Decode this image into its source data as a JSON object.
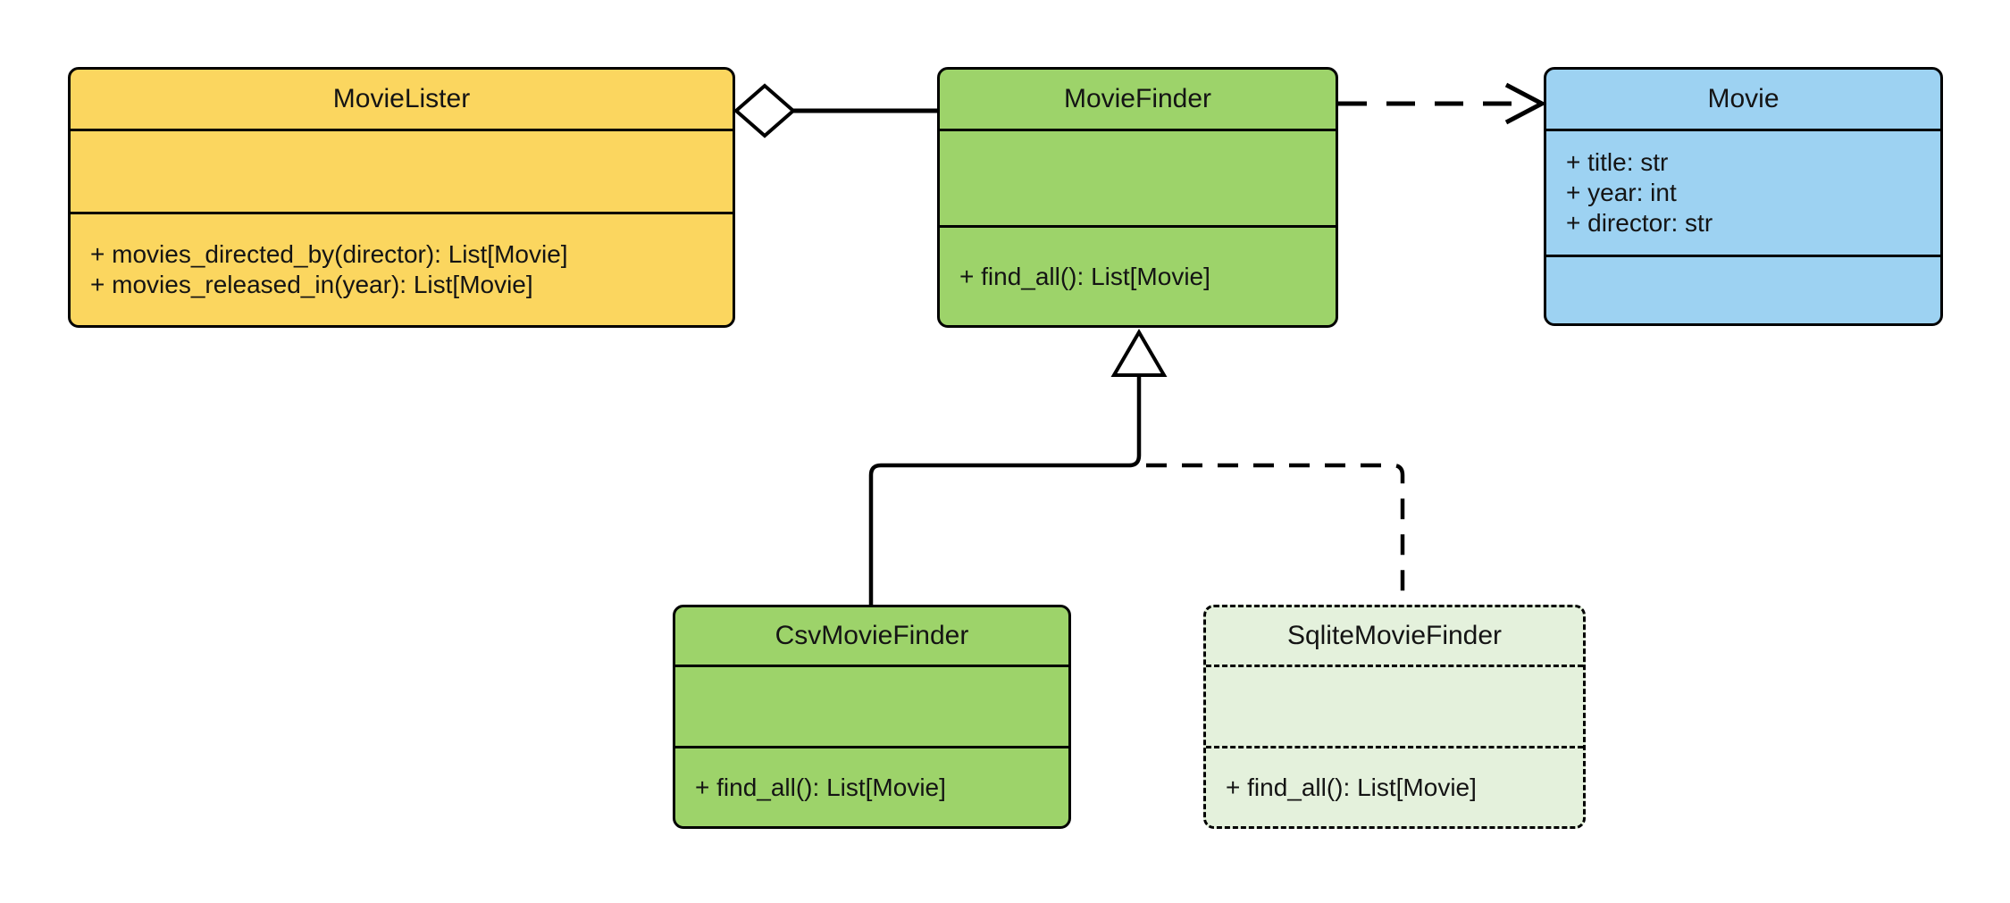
{
  "diagram": {
    "kind": "uml-class-diagram",
    "colors": {
      "yellow_fill": "#FBD65F",
      "green_fill": "#9DD36A",
      "light_green_fill": "#E4F1DC",
      "blue_fill": "#9DD2F2",
      "line_color": "#000000",
      "text_color": "#141414",
      "background": "#FFFFFF"
    },
    "classes": [
      {
        "id": "movie-lister",
        "name": "MovieLister",
        "attributes": [],
        "methods": [
          "+ movies_directed_by(director): List[Movie]",
          "+ movies_released_in(year): List[Movie]"
        ],
        "fill": "#FBD65F",
        "border_style": "solid"
      },
      {
        "id": "movie-finder",
        "name": "MovieFinder",
        "attributes": [],
        "methods": [
          "+ find_all(): List[Movie]"
        ],
        "fill": "#9DD36A",
        "border_style": "solid"
      },
      {
        "id": "movie",
        "name": "Movie",
        "attributes": [
          "+ title: str",
          "+ year: int",
          "+ director: str"
        ],
        "methods": [],
        "fill": "#9DD2F2",
        "border_style": "solid"
      },
      {
        "id": "csv-movie-finder",
        "name": "CsvMovieFinder",
        "attributes": [],
        "methods": [
          "+ find_all(): List[Movie]"
        ],
        "fill": "#9DD36A",
        "border_style": "solid"
      },
      {
        "id": "sqlite-movie-finder",
        "name": "SqliteMovieFinder",
        "attributes": [],
        "methods": [
          "+ find_all(): List[Movie]"
        ],
        "fill": "#E4F1DC",
        "border_style": "dashed"
      }
    ],
    "relationships": [
      {
        "type": "aggregation",
        "from": "MovieLister",
        "to": "MovieFinder",
        "line": "solid"
      },
      {
        "type": "dependency",
        "from": "MovieFinder",
        "to": "Movie",
        "line": "dashed"
      },
      {
        "type": "generalization",
        "from": "CsvMovieFinder",
        "to": "MovieFinder",
        "line": "solid"
      },
      {
        "type": "generalization",
        "from": "SqliteMovieFinder",
        "to": "MovieFinder",
        "line": "dashed"
      }
    ]
  }
}
